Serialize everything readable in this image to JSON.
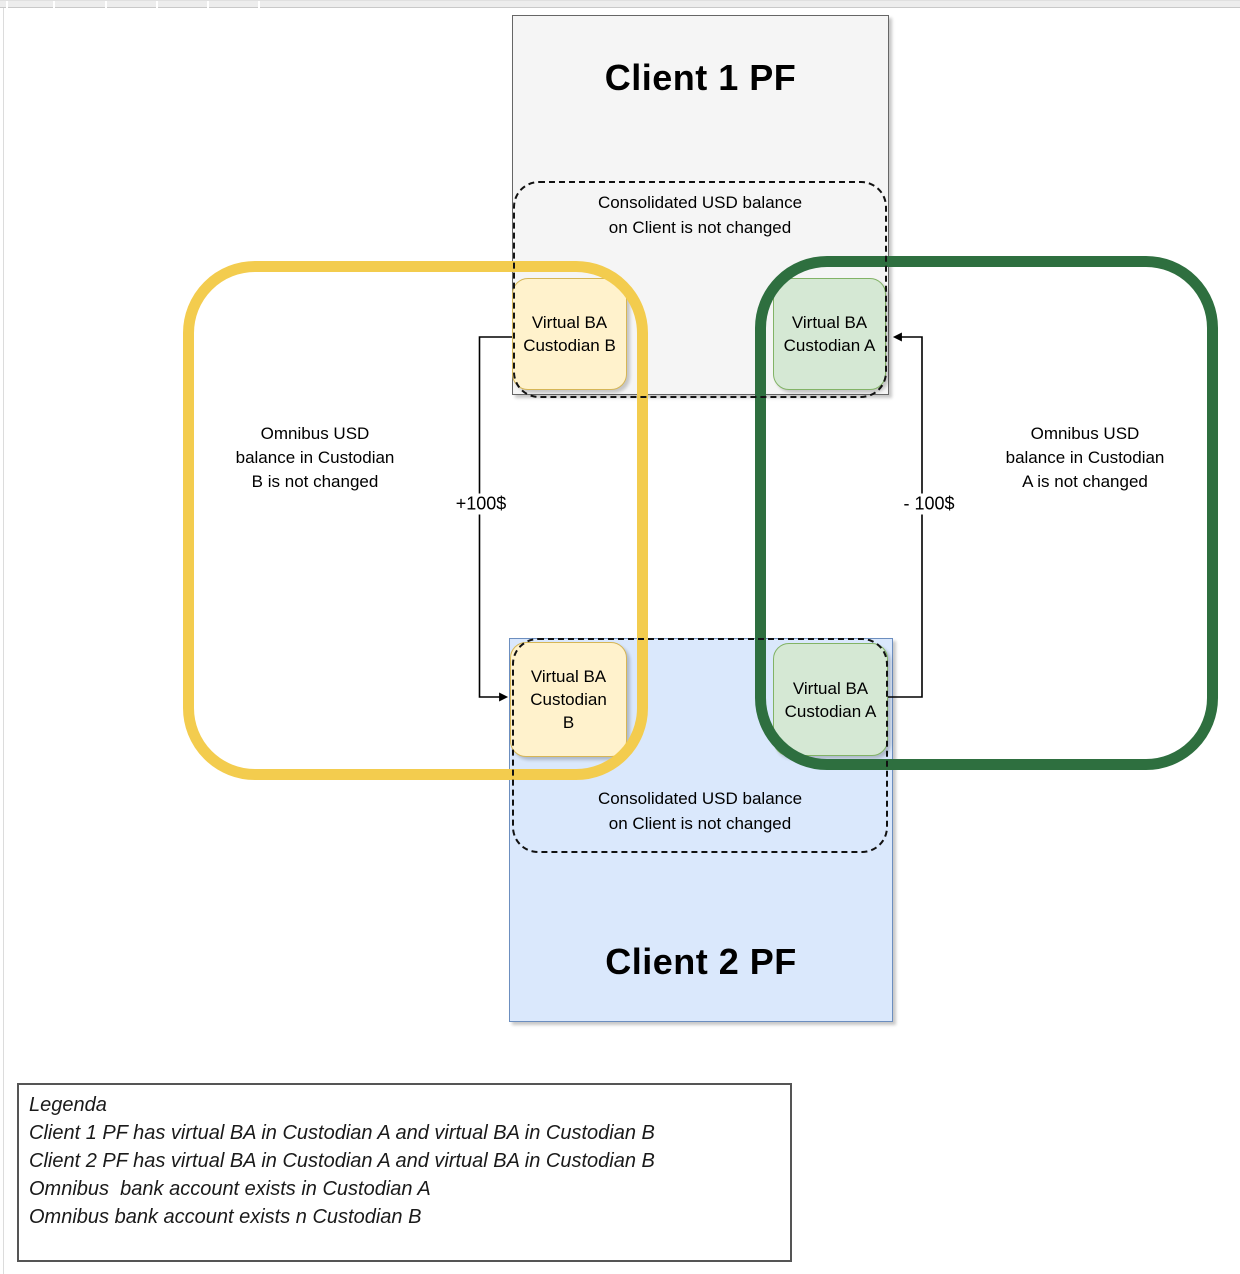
{
  "colors": {
    "client1_fill": "#f5f5f5",
    "client1_border": "#666666",
    "client2_fill": "#dae8fc",
    "client2_border": "#6c8ebf",
    "virtual_ba_b_fill": "#fff2cc",
    "virtual_ba_b_border": "#d6b656",
    "virtual_ba_a_fill": "#d5e8d4",
    "virtual_ba_a_border": "#82b366",
    "omnibus_b_outline": "#f3cc4e",
    "omnibus_a_outline": "#2e6f3f",
    "arrow": "#000000"
  },
  "diagram": {
    "client1": {
      "title": "Client 1 PF",
      "note": {
        "lines": [
          "Consolidated USD balance",
          "on Client is not changed"
        ]
      },
      "virtual_ba_b": {
        "lines": [
          "Virtual BA",
          "Custodian B"
        ]
      },
      "virtual_ba_a": {
        "lines": [
          "Virtual BA",
          "Custodian A"
        ]
      }
    },
    "client2": {
      "title": "Client 2 PF",
      "note": {
        "lines": [
          "Consolidated USD balance",
          "on Client is not changed"
        ]
      },
      "virtual_ba_b": {
        "lines": [
          "Virtual BA",
          "Custodian",
          "B"
        ]
      },
      "virtual_ba_a": {
        "lines": [
          "Virtual BA",
          "Custodian A"
        ]
      }
    },
    "omnibus_b": {
      "note_lines": [
        "Omnibus USD",
        "balance in Custodian",
        "B is not changed"
      ]
    },
    "omnibus_a": {
      "note_lines": [
        "Omnibus USD",
        "balance in Custodian",
        "A is not changed"
      ]
    },
    "transfers": {
      "credit_label": "+100$",
      "debit_label": "- 100$"
    }
  },
  "legend": {
    "title": "Legenda",
    "lines": [
      "Client 1 PF has virtual BA in Custodian A and virtual BA in Custodian B",
      "Client 2 PF has virtual BA in Custodian A and virtual BA in Custodian B",
      "Omnibus  bank account exists in Custodian A",
      "Omnibus bank account exists n Custodian B"
    ]
  }
}
